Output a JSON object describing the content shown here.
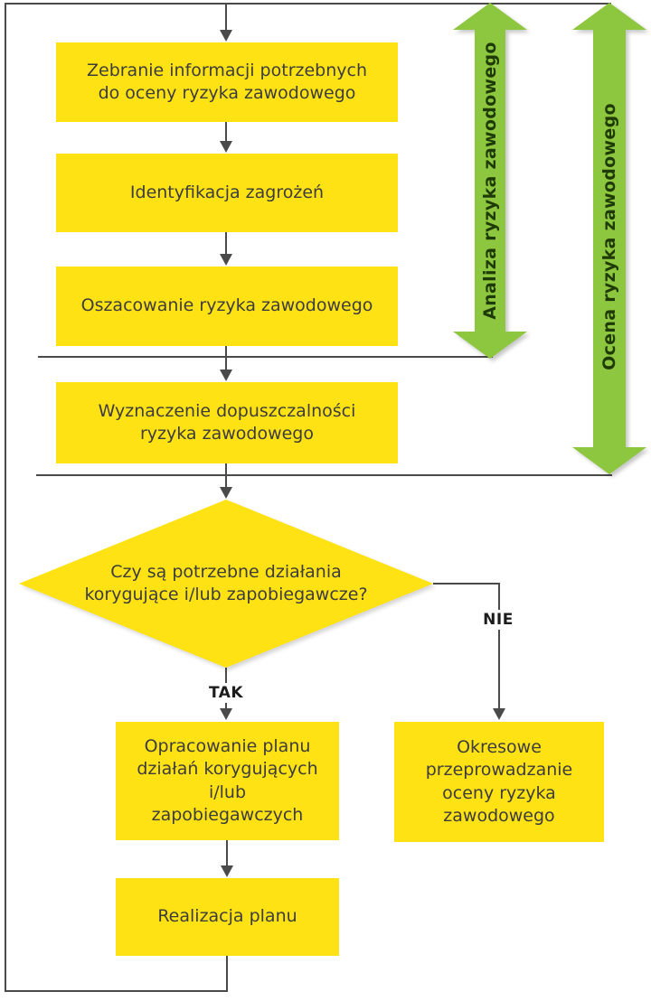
{
  "diagram": {
    "type": "flowchart",
    "colors": {
      "box_fill": "#FFE213",
      "green": "#8DC63F",
      "line": "#4A4A4A",
      "box_text": "#3C3C3C",
      "green_text": "#1F3B05",
      "label_text": "#1C1C1C"
    },
    "nodes": {
      "collect_info": {
        "text": "Zebranie informacji potrzebnych\ndo oceny ryzyka zawodowego"
      },
      "identify_hazards": {
        "text": "Identyfikacja zagrożeń"
      },
      "estimate_risk": {
        "text": "Oszacowanie ryzyka zawodowego"
      },
      "determine_acceptability": {
        "text": "Wyznaczenie dopuszczalności\nryzyka zawodowego"
      },
      "decision": {
        "text": "Czy są potrzebne działania\nkorygujące i/lub zapobiegawcze?"
      },
      "action_plan": {
        "text": "Opracowanie planu\ndziałań korygujących\ni/lub\nzapobiegawczych"
      },
      "execute_plan": {
        "text": "Realizacja planu"
      },
      "periodic_assessment": {
        "text": "Okresowe\nprzeprowadzanie\noceny ryzyka\nzawodowego"
      }
    },
    "edge_labels": {
      "yes": "TAK",
      "no": "NIE"
    },
    "side_arrows": {
      "analysis": {
        "label": "Analiza ryzyka zawodowego"
      },
      "assessment": {
        "label": "Ocena ryzyka zawodowego"
      }
    }
  }
}
